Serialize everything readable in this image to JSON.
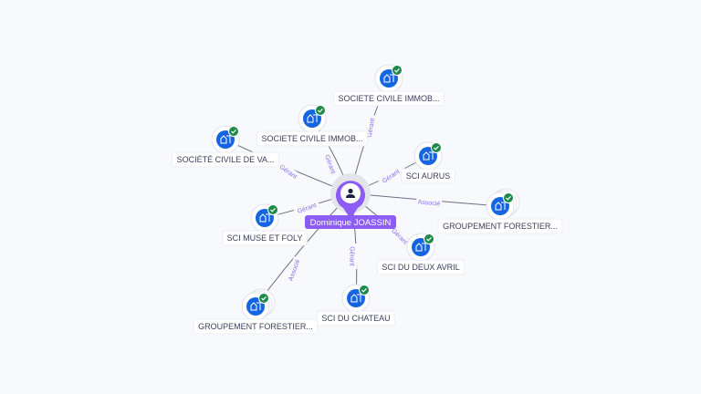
{
  "center": {
    "name": "Dominique JOASSIN",
    "icon": "person-icon",
    "color": "#8b5cf6"
  },
  "colors": {
    "node": "#1565e0",
    "check": "#1e8a4a",
    "edge": "#6b6f86",
    "edge_label": "#8b6cf0"
  },
  "nodes": [
    {
      "label": "SOCIETE CIVILE IMMOB...",
      "relation": "Gérant",
      "stacked": false
    },
    {
      "label": "SOCIETE CIVILE IMMOB...",
      "relation": "Gérant",
      "stacked": false
    },
    {
      "label": "SOCIÉTÉ CIVILE DE VA...",
      "relation": "Gérant",
      "stacked": false
    },
    {
      "label": "SCI AURUS",
      "relation": "Gérant",
      "stacked": false
    },
    {
      "label": "GROUPEMENT FORESTIER...",
      "relation": "Associé",
      "stacked": true
    },
    {
      "label": "SCI MUSE ET FOLY",
      "relation": "Gérant",
      "stacked": false
    },
    {
      "label": "SCI DU DEUX AVRIL",
      "relation": "Gérant",
      "stacked": false
    },
    {
      "label": "SCI DU CHATEAU",
      "relation": "Gérant",
      "stacked": false
    },
    {
      "label": "GROUPEMENT FORESTIER...",
      "relation": "Associé",
      "stacked": true
    }
  ]
}
